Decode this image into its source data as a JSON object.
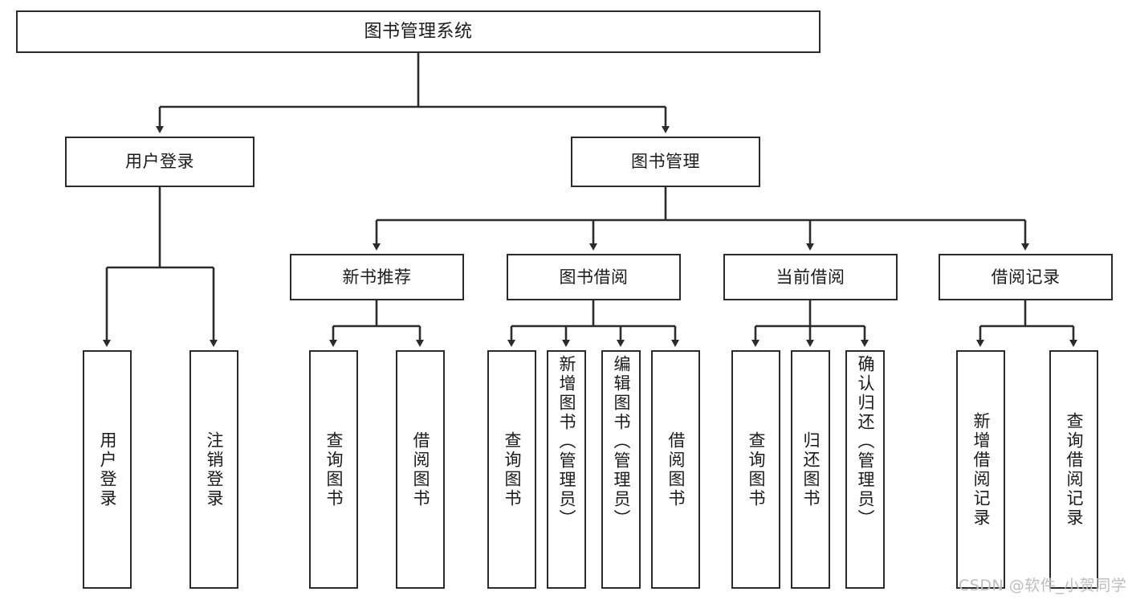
{
  "diagram": {
    "title": "图书管理系统",
    "type": "functional-structure-tree",
    "stroke_color": "#2b2b2b",
    "background_color": "#ffffff",
    "text_color": "#1a1a1a"
  },
  "nodes": {
    "root": {
      "label": "图书管理系统"
    },
    "level2": [
      {
        "id": "user-login",
        "label": "用户登录"
      },
      {
        "id": "book-management",
        "label": "图书管理"
      }
    ],
    "level3": [
      {
        "id": "new-book-recommend",
        "label": "新书推荐"
      },
      {
        "id": "book-borrow",
        "label": "图书借阅"
      },
      {
        "id": "current-borrow",
        "label": "当前借阅"
      },
      {
        "id": "borrow-record",
        "label": "借阅记录"
      }
    ],
    "leaves": {
      "user-login": [
        {
          "id": "leaf-user-login",
          "label": "用户登录"
        },
        {
          "id": "leaf-user-logout",
          "label": "注销登录"
        }
      ],
      "new-book-recommend": [
        {
          "id": "leaf-query-book-1",
          "label": "查询图书"
        },
        {
          "id": "leaf-borrow-book-1",
          "label": "借阅图书"
        }
      ],
      "book-borrow": [
        {
          "id": "leaf-query-book-2",
          "label": "查询图书"
        },
        {
          "id": "leaf-add-book",
          "label": "新增图书（管理员）"
        },
        {
          "id": "leaf-edit-book",
          "label": "编辑图书（管理员）"
        },
        {
          "id": "leaf-borrow-book-2",
          "label": "借阅图书"
        }
      ],
      "current-borrow": [
        {
          "id": "leaf-query-book-3",
          "label": "查询图书"
        },
        {
          "id": "leaf-return-book",
          "label": "归还图书"
        },
        {
          "id": "leaf-confirm-return",
          "label": "确认归还（管理员）"
        }
      ],
      "borrow-record": [
        {
          "id": "leaf-add-record",
          "label": "新增借阅记录"
        },
        {
          "id": "leaf-query-record",
          "label": "查询借阅记录"
        }
      ]
    }
  },
  "watermark": {
    "text": "CSDN @软件_小贺同学"
  },
  "chart_data": {
    "type": "tree",
    "title": "图书管理系统",
    "edges": [
      {
        "from": "图书管理系统",
        "to": "用户登录"
      },
      {
        "from": "图书管理系统",
        "to": "图书管理"
      },
      {
        "from": "用户登录",
        "to": "用户登录"
      },
      {
        "from": "用户登录",
        "to": "注销登录"
      },
      {
        "from": "图书管理",
        "to": "新书推荐"
      },
      {
        "from": "图书管理",
        "to": "图书借阅"
      },
      {
        "from": "图书管理",
        "to": "当前借阅"
      },
      {
        "from": "图书管理",
        "to": "借阅记录"
      },
      {
        "from": "新书推荐",
        "to": "查询图书"
      },
      {
        "from": "新书推荐",
        "to": "借阅图书"
      },
      {
        "from": "图书借阅",
        "to": "查询图书"
      },
      {
        "from": "图书借阅",
        "to": "新增图书（管理员）"
      },
      {
        "from": "图书借阅",
        "to": "编辑图书（管理员）"
      },
      {
        "from": "图书借阅",
        "to": "借阅图书"
      },
      {
        "from": "当前借阅",
        "to": "查询图书"
      },
      {
        "from": "当前借阅",
        "to": "归还图书"
      },
      {
        "from": "当前借阅",
        "to": "确认归还（管理员）"
      },
      {
        "from": "借阅记录",
        "to": "新增借阅记录"
      },
      {
        "from": "借阅记录",
        "to": "查询借阅记录"
      }
    ],
    "depth": 4,
    "leaf_count": 13
  }
}
